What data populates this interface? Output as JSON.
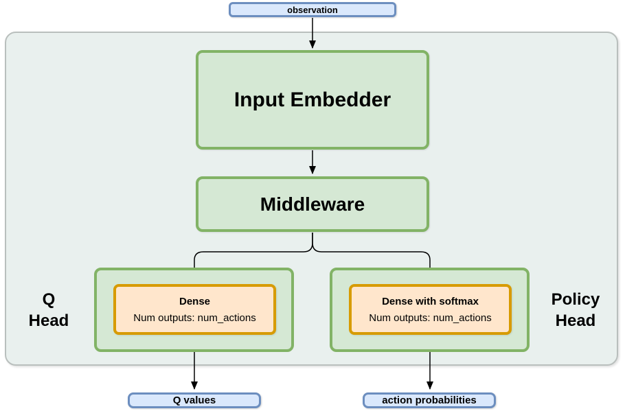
{
  "colors": {
    "page_bg": "#ffffff",
    "container_fill": "#e9f0ee",
    "container_border": "#b9bfbd",
    "green_fill": "#d5e8d4",
    "green_border": "#82b366",
    "orange_fill": "#ffe6cc",
    "orange_border": "#d79b00",
    "blue_fill": "#dae8fc",
    "blue_border": "#6c8ebf",
    "arrow": "#000000"
  },
  "nodes": {
    "observation": "observation",
    "input_embedder": "Input Embedder",
    "middleware": "Middleware",
    "q_head_label_line1": "Q",
    "q_head_label_line2": "Head",
    "q_dense_title": "Dense",
    "q_dense_subtitle": "Num outputs: num_actions",
    "q_output": "Q values",
    "policy_head_label_line1": "Policy",
    "policy_head_label_line2": "Head",
    "policy_dense_title": "Dense with softmax",
    "policy_dense_subtitle": "Num outputs: num_actions",
    "policy_output": "action probabilities"
  }
}
